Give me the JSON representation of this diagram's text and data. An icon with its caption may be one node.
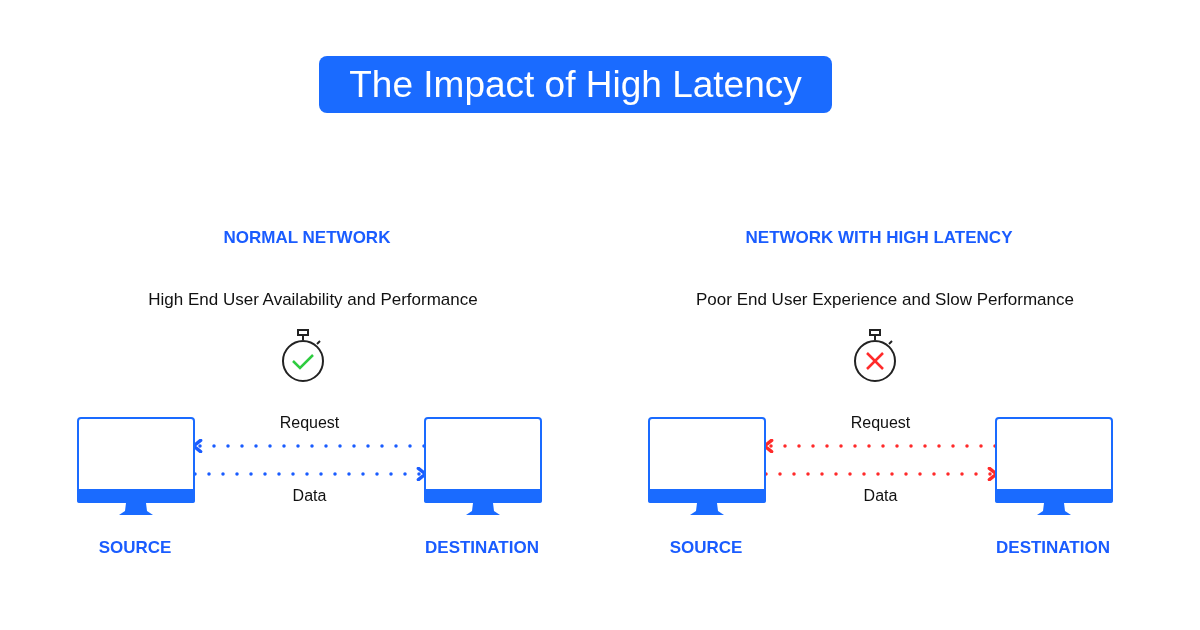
{
  "diagram": {
    "title": "The Impact of High Latency",
    "nodes": [
      {
        "text": [
          "SOURCE"
        ]
      },
      {
        "text": [
          "DESTINATION"
        ]
      },
      {
        "text": [
          "SOURCE"
        ]
      },
      {
        "text": [
          "DESTINATION"
        ]
      }
    ],
    "edges": [
      {
        "from": 1,
        "to": 0,
        "arrow": "to",
        "label": "Request",
        "style": "dashed",
        "color": "#1a5cff"
      },
      {
        "from": 0,
        "to": 1,
        "arrow": "to",
        "label": "Data",
        "style": "dashed",
        "color": "#1a5cff"
      },
      {
        "from": 3,
        "to": 2,
        "arrow": "to",
        "label": "Request",
        "style": "dashed",
        "color": "#ff2a2a"
      },
      {
        "from": 2,
        "to": 3,
        "arrow": "to",
        "label": "Data",
        "style": "dashed",
        "color": "#ff2a2a"
      }
    ],
    "labels": [
      "NORMAL NETWORK",
      "High End User Availability and Performance",
      "NETWORK WITH HIGH LATENCY",
      "Poor End User Experience and Slow Performance"
    ]
  }
}
